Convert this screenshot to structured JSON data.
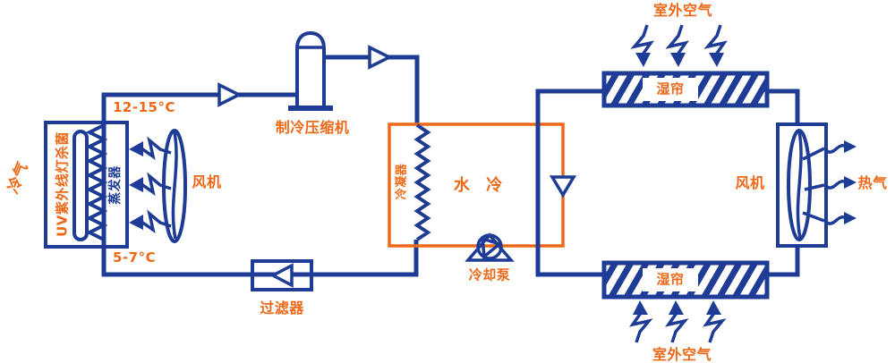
{
  "colors": {
    "line_blue": "#1e3c96",
    "accent_orange": "#ee6817"
  },
  "left_unit": {
    "cold_air": "冷气",
    "uv_lamp": "UV紫外线灯杀菌",
    "evaporator": "蒸发器",
    "fan": "风机",
    "supply_temp": "12-15°C",
    "return_temp": "5-7°C"
  },
  "refrigeration": {
    "compressor": "制冷压缩机",
    "filter": "过滤器",
    "condenser": "冷凝器"
  },
  "water_loop": {
    "water_cooling": "水 冷",
    "cooling_pump": "冷却泵"
  },
  "right_unit": {
    "outdoor_air_top": "室外空气",
    "outdoor_air_bottom": "室外空气",
    "wet_curtain_top": "湿帘",
    "wet_curtain_bottom": "湿帘",
    "fan": "风机",
    "hot_air": "热气"
  },
  "icons": {
    "flow-arrow-icon": "open triangle showing flow direction",
    "airflow-bolt-icon": "jagged lightning arrow showing airflow",
    "fan-icon": "elliptical axial fan blade",
    "pump-icon": "circle with inscribed triangle on stand",
    "coil-icon": "zigzag heat-exchanger coil",
    "uv-lamp-icon": "capsule tube",
    "compressor-icon": "dome-top cylinder",
    "hatch-icon": "diagonal-striped wet curtain pad"
  }
}
